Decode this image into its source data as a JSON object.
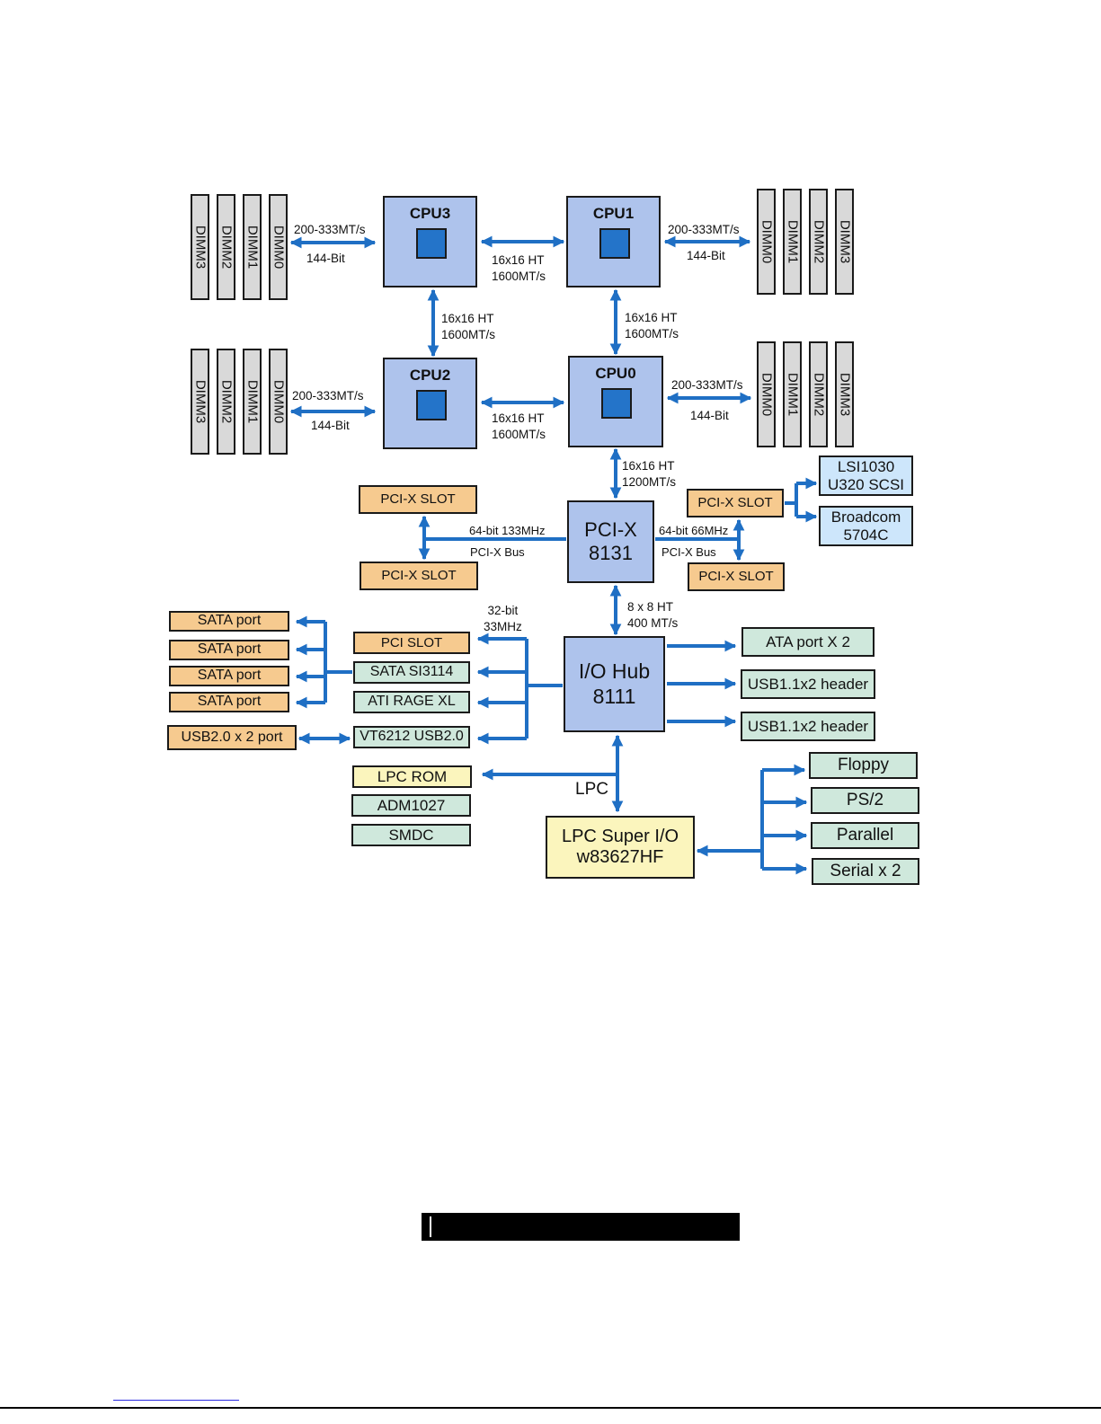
{
  "cpus": {
    "cpu3": "CPU3",
    "cpu1": "CPU1",
    "cpu2": "CPU2",
    "cpu0": "CPU0"
  },
  "dimms": {
    "d0": "DIMM0",
    "d1": "DIMM1",
    "d2": "DIMM2",
    "d3": "DIMM3"
  },
  "links": {
    "mem_speed": "200-333MT/s",
    "mem_width": "144-Bit",
    "ht_16x16": "16x16 HT\n1600MT/s",
    "ht_pci": "16x16 HT\n1200MT/s",
    "ht_8x8": "8 x 8 HT\n400 MT/s",
    "pcix_left_speed": "64-bit 133MHz",
    "pcix_left_bus": "PCI-X Bus",
    "pcix_right_speed": "64-bit 66MHz",
    "pcix_right_bus": "PCI-X Bus",
    "pci_32": "32-bit\n33MHz",
    "lpc": "LPC"
  },
  "chips": {
    "pcix": "PCI-X\n8131",
    "iohub": "I/O Hub\n8111",
    "superio": "LPC Super I/O\nw83627HF"
  },
  "devices": {
    "pcix_slot": "PCI-X SLOT",
    "lsi": "LSI1030\nU320 SCSI",
    "broadcom": "Broadcom\n5704C",
    "sata_port": "SATA port",
    "usb20_port": "USB2.0 x 2 port",
    "pci_slot": "PCI SLOT",
    "sata_si": "SATA SI3114",
    "ati": "ATI RAGE XL",
    "vt6212": "VT6212 USB2.0",
    "lpc_rom": "LPC ROM",
    "adm": "ADM1027",
    "smdc": "SMDC",
    "ata": "ATA port X 2",
    "usb11": "USB1.1x2 header",
    "floppy": "Floppy",
    "ps2": "PS/2",
    "parallel": "Parallel",
    "serial": "Serial x 2"
  },
  "colors": {
    "wire": "#1f6fc4",
    "cpu_fill": "#aec3ec",
    "core_fill": "#2474c9",
    "slot_fill": "#f6ca8f",
    "device_fill": "#cfe8dc",
    "rom_fill": "#fbf5bd",
    "nic_fill": "#cde6fb"
  }
}
